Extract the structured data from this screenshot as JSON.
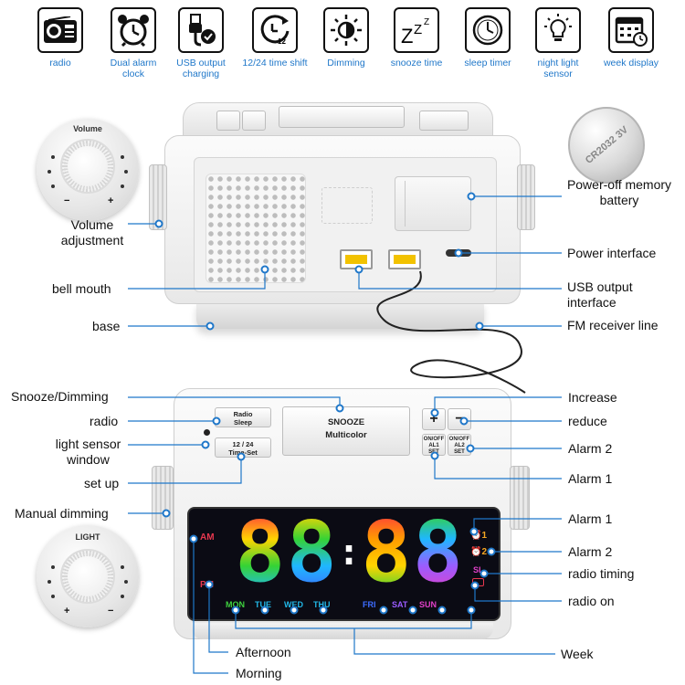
{
  "features": [
    {
      "label": "radio",
      "icon": "radio-icon"
    },
    {
      "label": "Dual alarm clock",
      "icon": "alarm-clock-icon"
    },
    {
      "label": "USB output charging",
      "icon": "usb-charging-icon"
    },
    {
      "label": "12/24 time shift",
      "icon": "time-shift-icon"
    },
    {
      "label": "Dimming",
      "icon": "dimming-icon"
    },
    {
      "label": "snooze time",
      "icon": "snooze-icon"
    },
    {
      "label": "sleep timer",
      "icon": "sleep-timer-icon"
    },
    {
      "label": "night light sensor",
      "icon": "light-sensor-icon"
    },
    {
      "label": "week display",
      "icon": "calendar-icon"
    }
  ],
  "back_callouts": {
    "volume": "Volume adjustment",
    "bell_mouth": "bell mouth",
    "base": "base",
    "battery": "Power-off memory battery",
    "power": "Power interface",
    "usb": "USB output interface",
    "fm": "FM receiver line"
  },
  "front_callouts": {
    "snooze_dimming": "Snooze/Dimming",
    "radio": "radio",
    "light_sensor": "light sensor window",
    "set_up": "set up",
    "manual_dimming": "Manual dimming",
    "increase": "Increase",
    "reduce": "reduce",
    "alarm2_btn": "Alarm 2",
    "alarm1_btn": "Alarm 1",
    "alarm1_ind": "Alarm 1",
    "alarm2_ind": "Alarm 2",
    "radio_timing": "radio timing",
    "radio_on": "radio on",
    "afternoon": "Afternoon",
    "morning": "Morning",
    "week": "Week"
  },
  "knobs": {
    "volume_label": "Volume",
    "light_label": "LIGHT",
    "minus": "−",
    "plus": "+"
  },
  "buttons": {
    "radio_sleep_1": "Radio",
    "radio_sleep_2": "Sleep",
    "time_set_1": "12 / 24",
    "time_set_2": "Time-Set",
    "snooze": "SNOOZE",
    "multicolor": "Multicolor",
    "plus": "+",
    "minus": "−",
    "al1_1": "ON/OFF",
    "al1_2": "AL1",
    "al1_3": "SET",
    "al2_1": "ON/OFF",
    "al2_2": "AL2",
    "al2_3": "SET"
  },
  "display": {
    "digits": "88:88",
    "am": "AM",
    "pm": "PM",
    "alarm1": "1",
    "alarm2": "2",
    "sl": "SL",
    "days": [
      "MON",
      "TUE",
      "WED",
      "THU",
      "FRI",
      "SAT",
      "SUN"
    ]
  },
  "battery_text": "CR2032 3V",
  "colors": {
    "accent_blue": "#1f77c9",
    "display_bg": "#0b0b14",
    "am_pm": "#e8384f",
    "alarm_icon": "#f5a623",
    "sl_magenta": "#e040c8"
  }
}
